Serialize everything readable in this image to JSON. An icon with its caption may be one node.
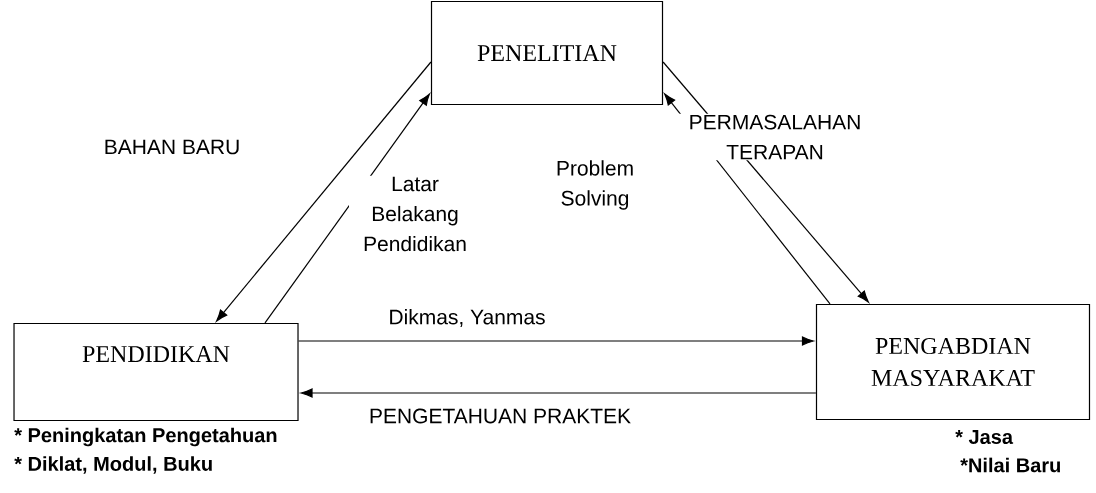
{
  "diagram": {
    "nodes": [
      {
        "text": [
          "PENELITIAN"
        ]
      },
      {
        "text": [
          "PENDIDIKAN"
        ],
        "beside": [
          "* Peningkatan Pengetahuan",
          "* Diklat, Modul, Buku"
        ]
      },
      {
        "text": [
          "PENGABDIAN MASYARAKAT"
        ],
        "beside": [
          "* Jasa",
          "*Nilai Baru"
        ]
      }
    ],
    "edges": [
      {
        "from": 0,
        "to": 1,
        "arrow": "to",
        "label": "BAHAN BARU"
      },
      {
        "from": 1,
        "to": 0,
        "arrow": "to",
        "label": "Latar Belakang Pendidikan"
      },
      {
        "from": 2,
        "to": 0,
        "arrow": "to",
        "label": "Problem Solving"
      },
      {
        "from": 0,
        "to": 2,
        "arrow": "to",
        "label": "PERMASALAHAN TERAPAN"
      },
      {
        "from": 1,
        "to": 2,
        "arrow": "to",
        "label": "Dikmas, Yanmas"
      },
      {
        "from": 2,
        "to": 1,
        "arrow": "to",
        "label": "PENGETAHUAN PRAKTEK"
      }
    ]
  }
}
